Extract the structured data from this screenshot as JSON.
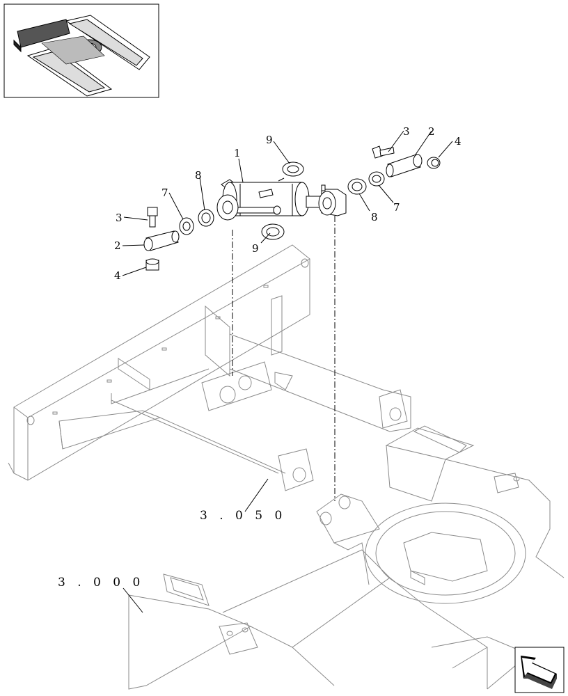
{
  "diagram": {
    "parts": [
      {
        "label": "1"
      },
      {
        "label": "2"
      },
      {
        "label": "2"
      },
      {
        "label": "3"
      },
      {
        "label": "3"
      },
      {
        "label": "4"
      },
      {
        "label": "4"
      },
      {
        "label": "7"
      },
      {
        "label": "7"
      },
      {
        "label": "8"
      },
      {
        "label": "8"
      },
      {
        "label": "9"
      },
      {
        "label": "9"
      }
    ],
    "references": [
      {
        "label": "3 . 0 5 0"
      },
      {
        "label": "3 . 0 0 0"
      }
    ]
  }
}
